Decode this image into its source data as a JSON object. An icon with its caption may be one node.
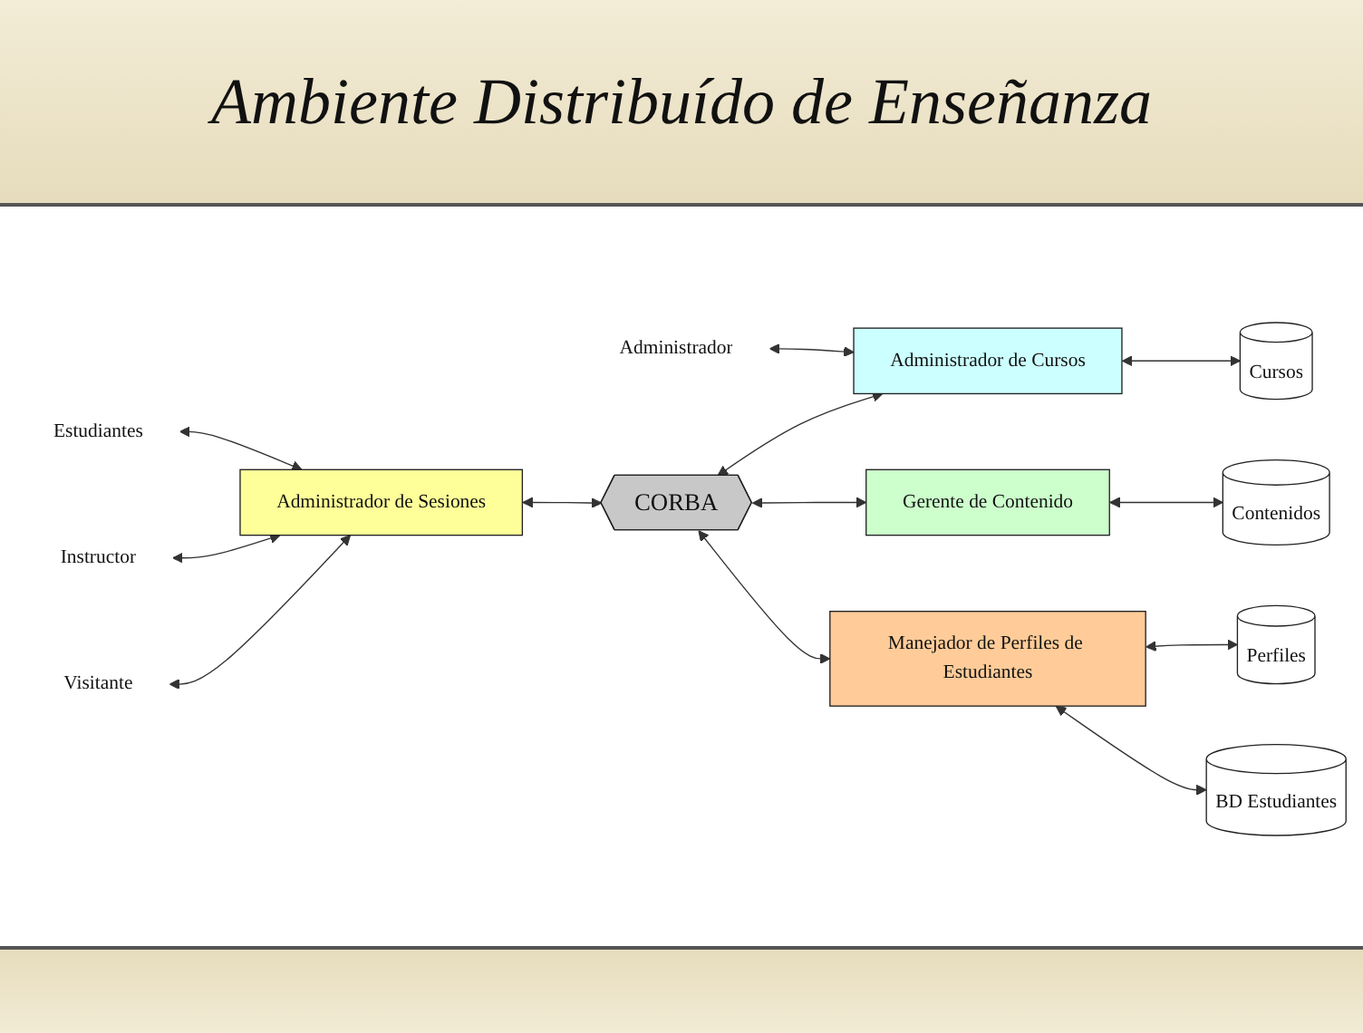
{
  "diagram": {
    "title": "Ambiente Distribuído de Enseñanza",
    "nodes": [
      {
        "text": [
          "Administrador"
        ]
      },
      {
        "text": [
          "Administrador de Cursos"
        ]
      },
      {
        "text": [
          "Cursos"
        ]
      },
      {
        "text": [
          "CORBA"
        ]
      },
      {
        "text": [
          "Gerente de Contenido"
        ]
      },
      {
        "text": [
          "Contenidos"
        ]
      },
      {
        "text": [
          "Estudiantes"
        ]
      },
      {
        "text": [
          "Administrador de Sesiones"
        ]
      },
      {
        "text": [
          "Instructor"
        ]
      },
      {
        "text": [
          "Visitante"
        ]
      },
      {
        "text": [
          "Manejador de Perfiles de Estudiantes"
        ]
      },
      {
        "text": [
          "Perfiles"
        ]
      },
      {
        "text": [
          "BD Estudiantes"
        ]
      }
    ],
    "edges": [
      {
        "from": 0,
        "to": 1,
        "arrow": "both"
      },
      {
        "from": 1,
        "to": 2,
        "arrow": "both"
      },
      {
        "from": 3,
        "to": 1,
        "arrow": "both"
      },
      {
        "from": 3,
        "to": 4,
        "arrow": "both"
      },
      {
        "from": 3,
        "to": 7,
        "arrow": "both"
      },
      {
        "from": 3,
        "to": 10,
        "arrow": "both"
      },
      {
        "from": 4,
        "to": 5,
        "arrow": "both"
      },
      {
        "from": 6,
        "to": 7,
        "arrow": "both"
      },
      {
        "from": 8,
        "to": 7,
        "arrow": "both"
      },
      {
        "from": 9,
        "to": 7,
        "arrow": "both"
      },
      {
        "from": 10,
        "to": 11,
        "arrow": "both"
      },
      {
        "from": 10,
        "to": 12,
        "arrow": "both"
      }
    ]
  }
}
